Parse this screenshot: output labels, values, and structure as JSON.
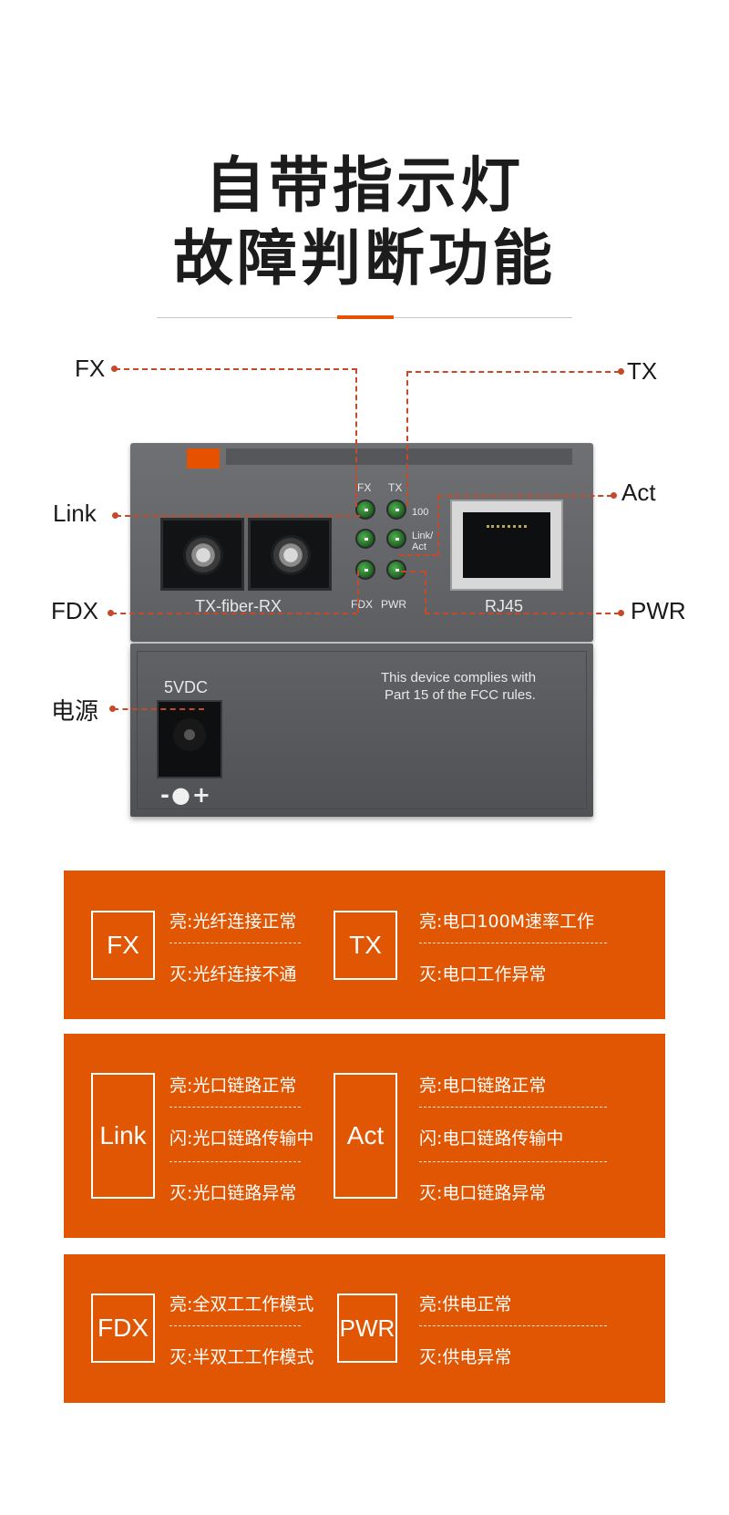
{
  "headline": {
    "line1": "自带指示灯",
    "line2": "故障判断功能"
  },
  "device": {
    "badge": "",
    "fiber_label": "TX-fiber-RX",
    "led_labels": {
      "fx": "FX",
      "tx": "TX",
      "fdx": "FDX",
      "pwr": "PWR",
      "speed": "100",
      "link": "Link/",
      "act": "Act"
    },
    "rj45_label": "RJ45",
    "power_label": "5VDC",
    "polarity": "-●+",
    "fcc_line1": "This device complies with",
    "fcc_line2": "Part 15 of the FCC rules."
  },
  "callouts": {
    "fx": "FX",
    "tx": "TX",
    "link": "Link",
    "act": "Act",
    "fdx": "FDX",
    "pwr": "PWR",
    "power": "电源"
  },
  "panels": [
    {
      "left": {
        "name": "FX",
        "lines": [
          "亮:光纤连接正常",
          "灭:光纤连接不通"
        ]
      },
      "right": {
        "name": "TX",
        "lines": [
          "亮:电口100M速率工作",
          "灭:电口工作异常"
        ]
      }
    },
    {
      "left": {
        "name": "Link",
        "lines": [
          "亮:光口链路正常",
          "闪:光口链路传输中",
          "灭:光口链路异常"
        ]
      },
      "right": {
        "name": "Act",
        "lines": [
          "亮:电口链路正常",
          "闪:电口链路传输中",
          "灭:电口链路异常"
        ]
      }
    },
    {
      "left": {
        "name": "FDX",
        "lines": [
          "亮:全双工工作模式",
          "灭:半双工工作模式"
        ]
      },
      "right": {
        "name": "PWR",
        "lines": [
          "亮:供电正常",
          "灭:供电异常"
        ]
      }
    }
  ],
  "colors": {
    "accent": "#e15602",
    "callout_line": "#c6492a",
    "led": "#3f9a3f"
  }
}
